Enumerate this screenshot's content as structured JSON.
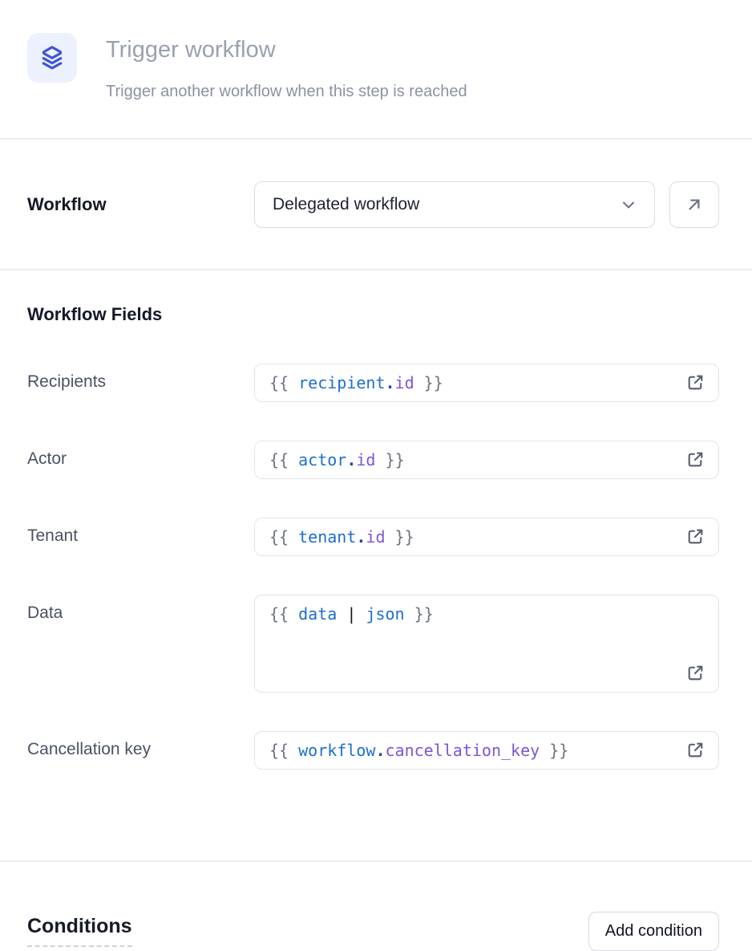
{
  "colors": {
    "accent_blue": "#3d55d8",
    "icon_background": "#edf1fd",
    "code_variable": "#1c6ed2",
    "code_dot": "#2743ae",
    "code_property": "#7c55d8",
    "code_brace": "#6e7480",
    "code_pipe": "#10131c"
  },
  "header": {
    "icon": "layers-icon",
    "title": "Trigger workflow",
    "subtitle": "Trigger another workflow when this step is reached"
  },
  "workflow": {
    "label": "Workflow",
    "selected_value": "Delegated workflow",
    "select_icon": "chevron-down-icon",
    "open_button_icon": "arrow-up-right-icon"
  },
  "workflow_fields": {
    "heading": "Workflow Fields",
    "field_icon": "external-link-icon",
    "fields": [
      {
        "label": "Recipients",
        "multiline": false,
        "value": "{{ recipient.id }}",
        "tokens": [
          [
            "{{ ",
            "brace"
          ],
          [
            "recipient",
            "var"
          ],
          [
            ".",
            "dot"
          ],
          [
            "id",
            "prop"
          ],
          [
            " }}",
            "brace"
          ]
        ]
      },
      {
        "label": "Actor",
        "multiline": false,
        "value": "{{ actor.id }}",
        "tokens": [
          [
            "{{ ",
            "brace"
          ],
          [
            "actor",
            "var"
          ],
          [
            ".",
            "dot"
          ],
          [
            "id",
            "prop"
          ],
          [
            " }}",
            "brace"
          ]
        ]
      },
      {
        "label": "Tenant",
        "multiline": false,
        "value": "{{ tenant.id }}",
        "tokens": [
          [
            "{{ ",
            "brace"
          ],
          [
            "tenant",
            "var"
          ],
          [
            ".",
            "dot"
          ],
          [
            "id",
            "prop"
          ],
          [
            " }}",
            "brace"
          ]
        ]
      },
      {
        "label": "Data",
        "multiline": true,
        "value": "{{ data | json }}",
        "tokens": [
          [
            "{{ ",
            "brace"
          ],
          [
            "data",
            "var"
          ],
          [
            " ",
            "brace"
          ],
          [
            "|",
            "pipe"
          ],
          [
            " ",
            "brace"
          ],
          [
            "json",
            "var"
          ],
          [
            " }}",
            "brace"
          ]
        ]
      },
      {
        "label": "Cancellation key",
        "multiline": false,
        "value": "{{ workflow.cancellation_key }}",
        "tokens": [
          [
            "{{ ",
            "brace"
          ],
          [
            "workflow",
            "var"
          ],
          [
            ".",
            "dot"
          ],
          [
            "cancellation_key",
            "prop"
          ],
          [
            " }}",
            "brace"
          ]
        ]
      }
    ]
  },
  "conditions": {
    "heading": "Conditions",
    "add_button_label": "Add condition"
  }
}
